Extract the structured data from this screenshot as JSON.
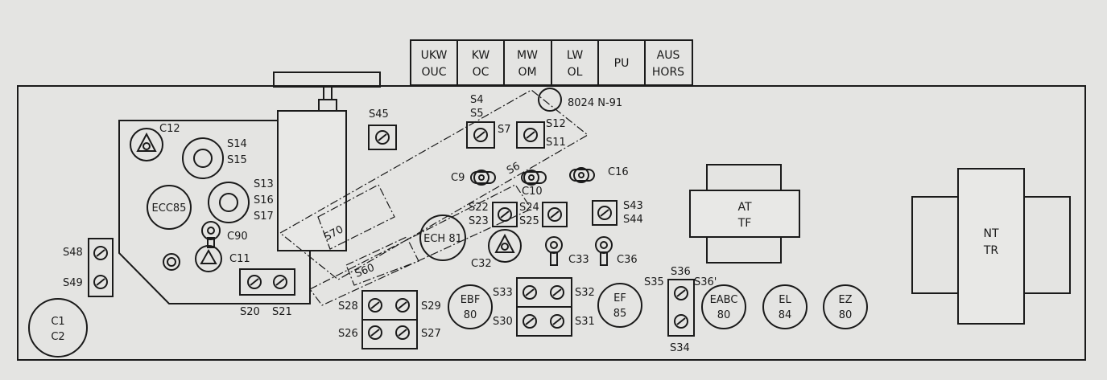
{
  "keys": [
    {
      "line1": "UKW",
      "line2": "OUC"
    },
    {
      "line1": "KW",
      "line2": "OC"
    },
    {
      "line1": "MW",
      "line2": "OM"
    },
    {
      "line1": "LW",
      "line2": "OL"
    },
    {
      "line1": "PU",
      "line2": ""
    },
    {
      "line1": "AUS",
      "line2": "HORS"
    }
  ],
  "labels": {
    "c12": "C12",
    "s14": "S14",
    "s15": "S15",
    "s13": "S13",
    "s16": "S16",
    "s17": "S17",
    "c90": "C90",
    "c11": "C11",
    "s20": "S20",
    "s21": "S21",
    "s48": "S48",
    "s49": "S49",
    "s45": "S45",
    "s4": "S4",
    "s5": "S5",
    "s7": "S7",
    "s12": "S12",
    "s11": "S11",
    "s6": "S6",
    "c9": "C9",
    "c10": "C10",
    "c16": "C16",
    "s22": "S22",
    "s23": "S23",
    "s24": "S24",
    "s25": "S25",
    "s43": "S43",
    "s44": "S44",
    "c32": "C32",
    "c33": "C33",
    "c36": "C36",
    "s28": "S28",
    "s29": "S29",
    "s26": "S26",
    "s27": "S27",
    "s33": "S33",
    "s32": "S32",
    "s30": "S30",
    "s31": "S31",
    "s35": "S35",
    "s36": "S36",
    "s36b": "S36'",
    "s34": "S34",
    "s70": "S70",
    "s60": "S60",
    "part_no": "8024 N-91"
  },
  "tubes": {
    "ecc85": "ECC85",
    "ech81": "ECH 81",
    "ebf80": [
      "EBF",
      "80"
    ],
    "ef85": [
      "EF",
      "85"
    ],
    "eabc80": [
      "EABC",
      "80"
    ],
    "el84": [
      "EL",
      "84"
    ],
    "ez80": [
      "EZ",
      "80"
    ],
    "c1c2": [
      "C1",
      "C2"
    ]
  },
  "transformers": {
    "at": [
      "AT",
      "TF"
    ],
    "nt": [
      "NT",
      "TR"
    ]
  }
}
